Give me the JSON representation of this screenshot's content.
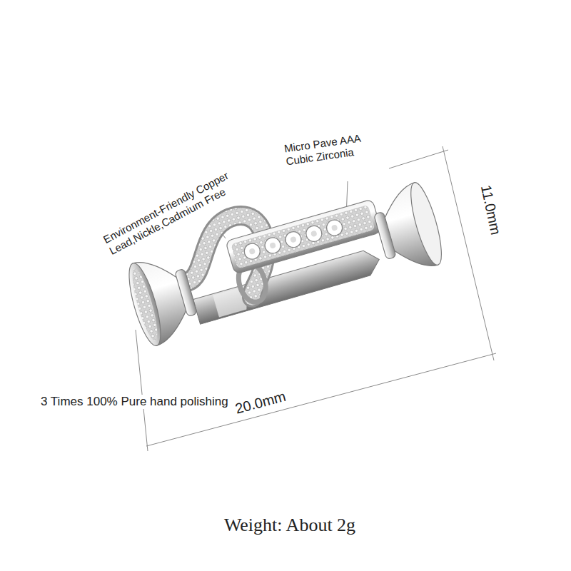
{
  "diagram": {
    "labels": [
      "Micro Pave AAA Cubic Zirconia",
      "Environment-Friendly Copper Lead,Nickle,Cadmium Free",
      "11.0mm",
      "3 Times 100% Pure hand polishing",
      "20.0mm",
      "Weight: About 2g"
    ]
  }
}
